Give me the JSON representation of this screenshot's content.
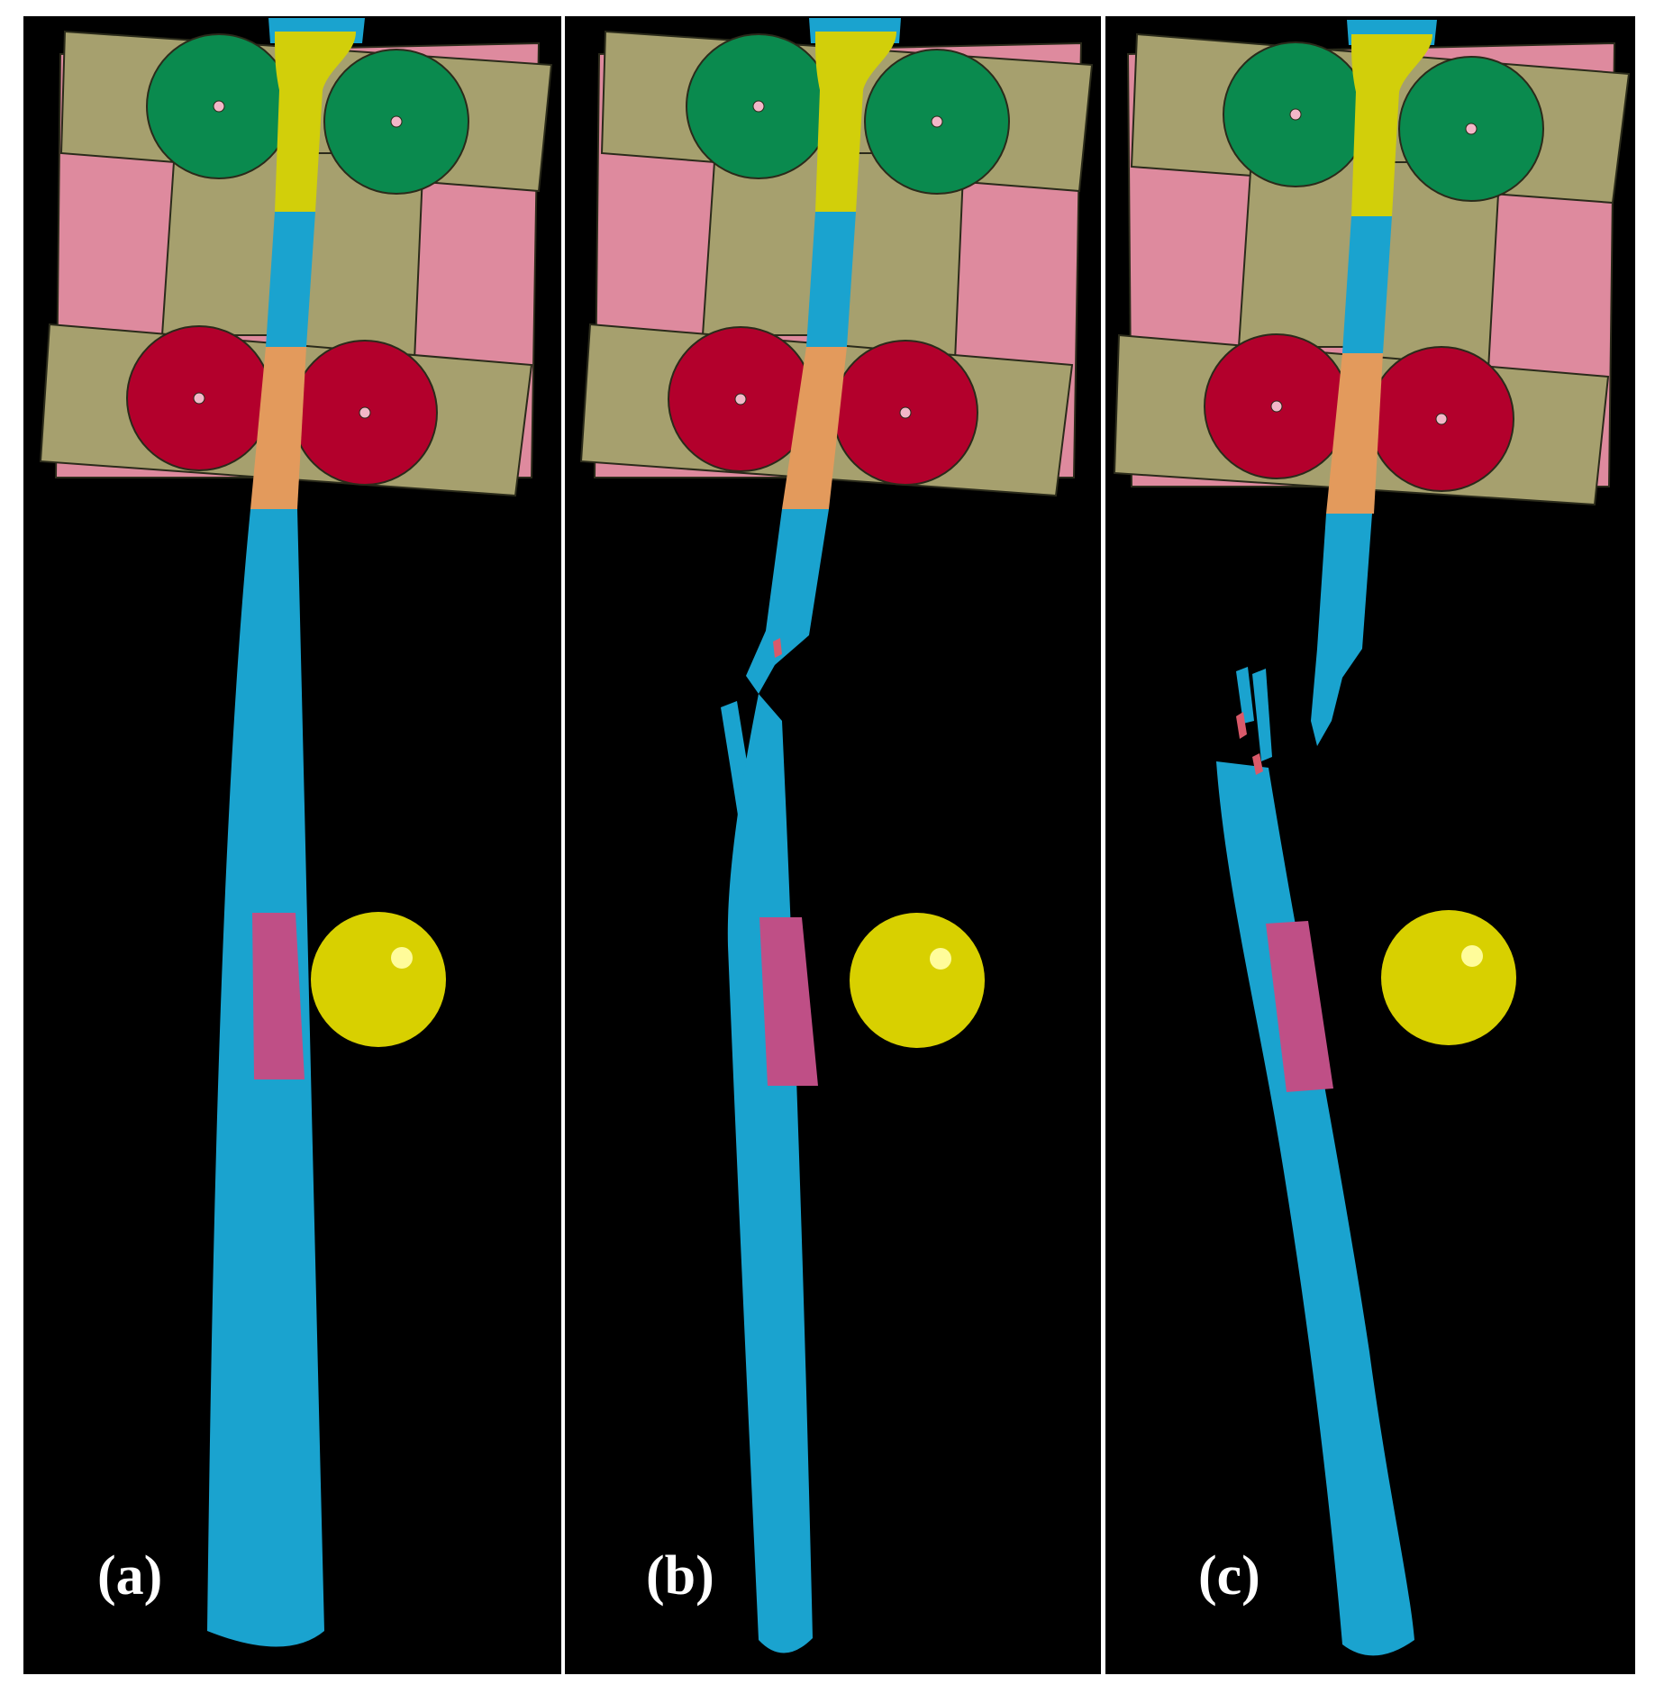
{
  "figure": {
    "panels": [
      {
        "label": "(a)",
        "state": "intact"
      },
      {
        "label": "(b)",
        "state": "cracking"
      },
      {
        "label": "(c)",
        "state": "fractured"
      }
    ]
  },
  "colors": {
    "background": "#000000",
    "frame_plate": "#a6a06e",
    "back_plate": "#de8a9e",
    "upper_rollers": "#0a8a4e",
    "lower_rollers": "#b3002c",
    "bat": "#1aa3cf",
    "handle_clamp": "#d2cf0a",
    "grip_band": "#e39a5c",
    "impact_zone": "#bf4f86",
    "ball": "#d8d000"
  }
}
